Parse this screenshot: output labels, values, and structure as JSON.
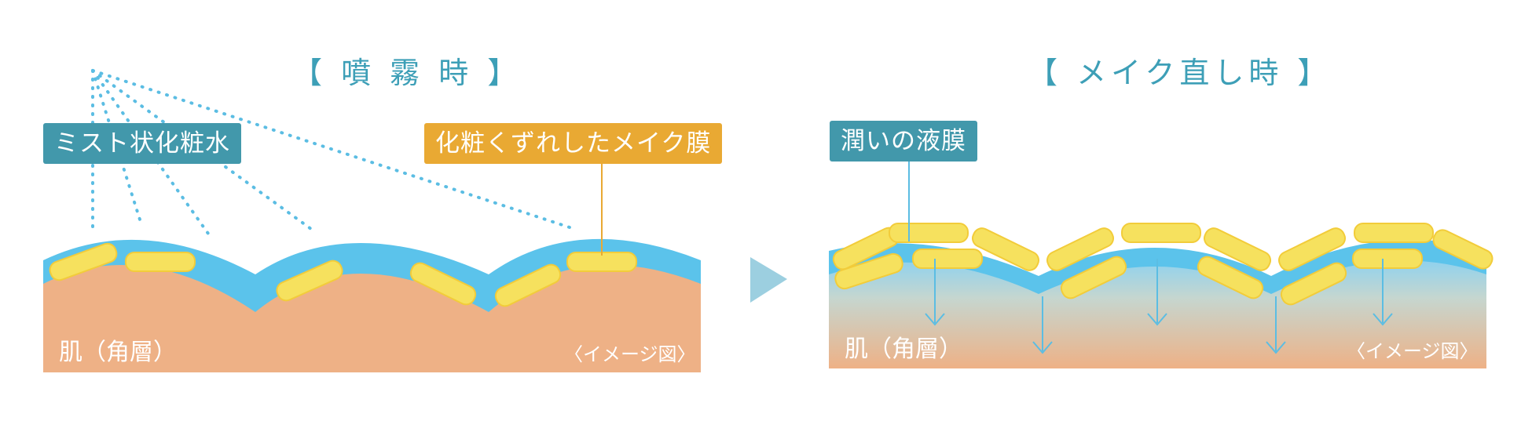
{
  "left_panel": {
    "heading": "【 噴 霧 時 】",
    "mist_label": "ミスト状化粧水",
    "makeup_label": "化粧くずれしたメイク膜",
    "skin_label": "肌（角層）",
    "image_note": "〈イメージ図〉"
  },
  "right_panel": {
    "heading": "【 メイク直し時 】",
    "film_label": "潤いの液膜",
    "skin_label": "肌（角層）",
    "image_note": "〈イメージ図〉"
  },
  "colors": {
    "skin": "#eeb186",
    "water": "#5bc3eb",
    "makeup_particle": "#f6e15e",
    "teal_label": "#4298ab",
    "orange_label": "#e9a933",
    "heading": "#3d9fb7",
    "arrow": "#9ccfe0",
    "dots": "#5bbde3"
  },
  "icons": {
    "transition": "triangle-arrow-icon",
    "penetration": "down-arrow-icon"
  }
}
